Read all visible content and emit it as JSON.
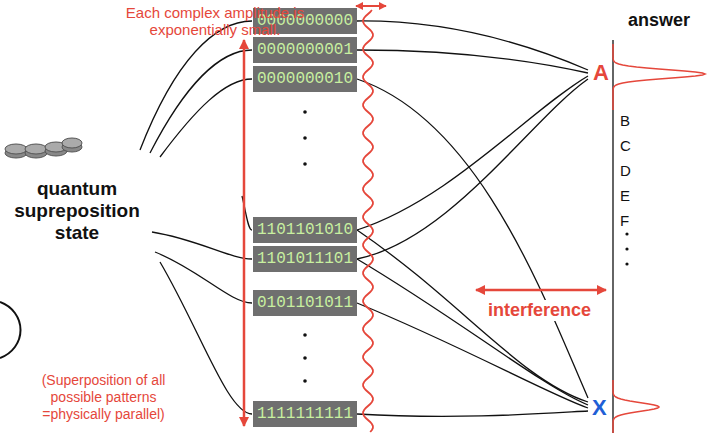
{
  "diagram": {
    "nodes": [
      {
        "text": [
          "0000000000"
        ]
      },
      {
        "text": [
          "0000000001"
        ]
      },
      {
        "text": [
          "0000000010"
        ]
      },
      {
        "text": [
          "1101101010"
        ]
      },
      {
        "text": [
          "1101011101"
        ]
      },
      {
        "text": [
          "0101101011"
        ]
      },
      {
        "text": [
          "1111111111"
        ]
      }
    ],
    "labels": [
      "Each complex amplitude is exponentially small.",
      "answer",
      "quantum supreposition state",
      "(Superposition of all possible patterns =physically parallel)",
      "A",
      "B",
      "C",
      "D",
      "E",
      "F",
      "interference",
      "X"
    ]
  }
}
